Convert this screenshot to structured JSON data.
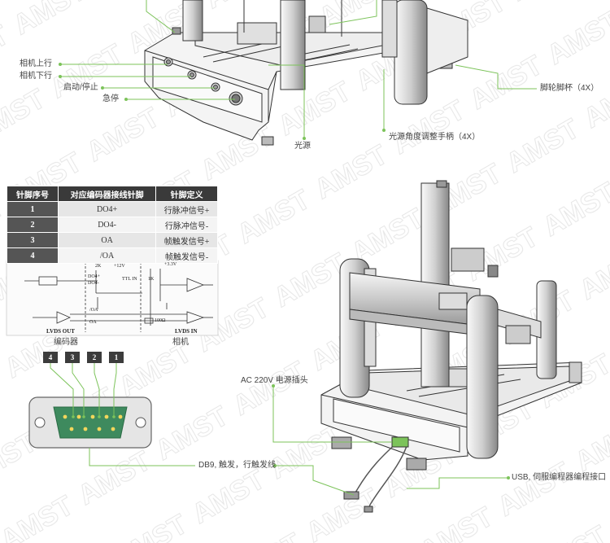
{
  "labels": {
    "camera_up": "相机上行",
    "camera_down": "相机下行",
    "start_stop": "启动/停止",
    "estop": "急停",
    "light_source": "光源",
    "light_handle": "光源角度调整手柄（4X）",
    "caster": "脚轮脚杯（4X）",
    "ac_socket": "AC 220V 电源插头",
    "db9": "DB9, 触发，行触发线",
    "usb": "USB, 伺服编程器编程接口"
  },
  "table": {
    "headers": [
      "针脚序号",
      "对应编码器接线针脚",
      "针脚定义"
    ],
    "rows": [
      {
        "pin": "1",
        "signal": "DO4+",
        "def": "行脉冲信号+"
      },
      {
        "pin": "2",
        "signal": "DO4-",
        "def": "行脉冲信号-"
      },
      {
        "pin": "3",
        "signal": "OA",
        "def": "帧触发信号+"
      },
      {
        "pin": "4",
        "signal": "/OA",
        "def": "帧触发信号-"
      }
    ]
  },
  "circuit": {
    "res_2k": "2K",
    "v12": "+12V",
    "do4p": "DO4+",
    "do4m": "DO4-",
    "ttl_in": "TTL IN",
    "res_1k": "1K",
    "v33": "+3.3V",
    "oa_n": "/OA",
    "oa": "OA",
    "r100": "100Ω",
    "lvds_out": "LVDS OUT",
    "lvds_in": "LVDS IN",
    "encoder": "编码器",
    "camera": "相机"
  },
  "connector": {
    "pins": [
      "4",
      "3",
      "2",
      "1"
    ]
  },
  "colors": {
    "leader": "#7cc35a",
    "connector_body": "#3e8a5e",
    "header_bg": "#3a3a3a"
  }
}
